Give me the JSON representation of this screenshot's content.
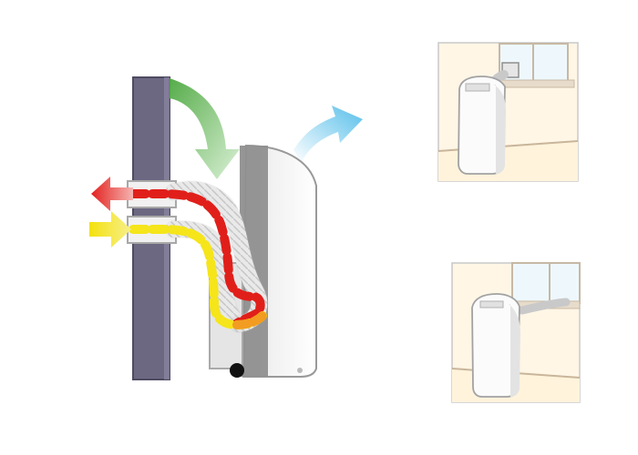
{
  "diagram": {
    "colors": {
      "wall": "#6f6a86",
      "wall_edge": "#56526b",
      "hot_air": "#e0231f",
      "hot_air_fade": "#f06a1e",
      "cool_intake": "#f4e41c",
      "cool_intake_fade": "#f7b21d",
      "intake_air": "#4fae3a",
      "outlet_air": "#5bc0ec",
      "unit_body": "#ebebeb",
      "unit_front": "#f6f6f6",
      "room_wall": "#fff3dc",
      "window_glass": "#dff2fb"
    },
    "airflows": [
      {
        "id": "exhaust",
        "direction": "out",
        "color": "red"
      },
      {
        "id": "intake",
        "direction": "in",
        "color": "yellow"
      },
      {
        "id": "room-air-in",
        "direction": "in",
        "color": "green"
      },
      {
        "id": "cool-air-out",
        "direction": "out",
        "color": "blue"
      }
    ],
    "icons": [
      "wall-panel",
      "dual-hose",
      "portable-ac-unit",
      "window-vent-kit"
    ]
  }
}
